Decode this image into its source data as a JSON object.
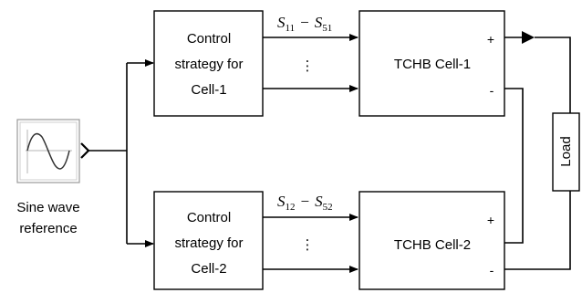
{
  "source": {
    "label_line1": "Sine wave",
    "label_line2": "reference"
  },
  "control_1": {
    "line1": "Control",
    "line2": "strategy for",
    "line3": "Cell-1",
    "dots": "⋮"
  },
  "control_2": {
    "line1": "Control",
    "line2": "strategy for",
    "line3": "Cell-2",
    "dots": "⋮"
  },
  "signal_1": {
    "a": "S",
    "a_sub": "11",
    "op": "−",
    "b": "S",
    "b_sub": "51"
  },
  "signal_2": {
    "a": "S",
    "a_sub": "12",
    "op": "−",
    "b": "S",
    "b_sub": "52"
  },
  "cell_1": {
    "label": "TCHB Cell-1",
    "plus": "+",
    "minus": "-"
  },
  "cell_2": {
    "label": "TCHB Cell-2",
    "plus": "+",
    "minus": "-"
  },
  "load": {
    "label": "Load"
  }
}
